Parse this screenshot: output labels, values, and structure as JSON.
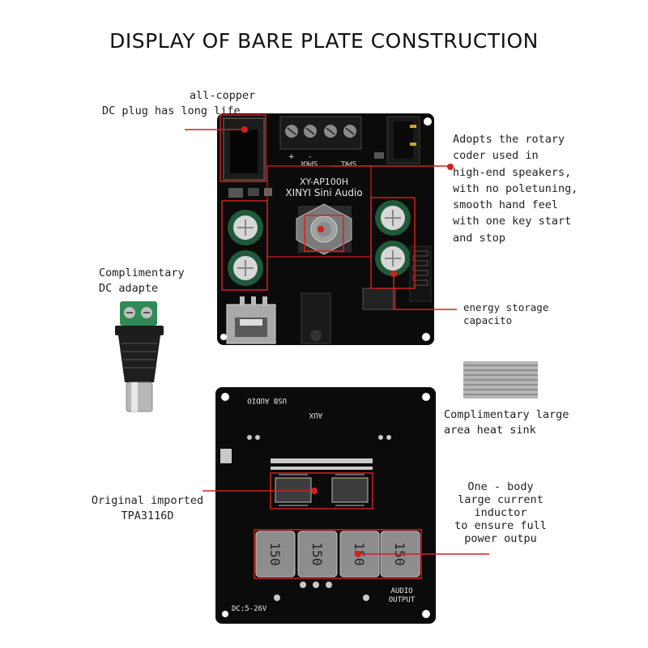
{
  "title": "DISPLAY OF BARE PLATE CONSTRUCTION",
  "callouts": {
    "dc_plug": [
      "all-copper",
      "DC plug has long life"
    ],
    "rotary": [
      "Adopts the rotary",
      "coder used in",
      "high-end speakers,",
      "with no poletuning,",
      "smooth hand feel",
      "with one key start",
      "and stop"
    ],
    "dc_adapter": [
      "Complimentary",
      "DC adapte"
    ],
    "capacitor": [
      "energy storage",
      "capacito"
    ],
    "heat_sink": [
      "Complimentary large",
      "area heat sink"
    ],
    "chip": [
      "Original imported",
      "TPA3116D"
    ],
    "inductor": [
      "One - body",
      "large current",
      "inductor",
      "to ensure full",
      "power outpu"
    ]
  },
  "board_top": {
    "model": "XY-AP100H",
    "brand": "XINYI Sini Audio",
    "spkr": "SPKR",
    "spkl": "SPKL",
    "plus": "+",
    "minus": "-"
  },
  "board_bottom": {
    "usb_audio": "USB AUDIO",
    "aux": "AUX",
    "inductor_marks": [
      "150",
      "150",
      "150",
      "150"
    ],
    "audio_output": [
      "AUDIO",
      "OUTPUT"
    ],
    "dc_range": "DC:5-26V"
  },
  "colors": {
    "pcb": "#0b0b0b",
    "highlight": "#d42020",
    "silk": "#e8e8e8"
  }
}
